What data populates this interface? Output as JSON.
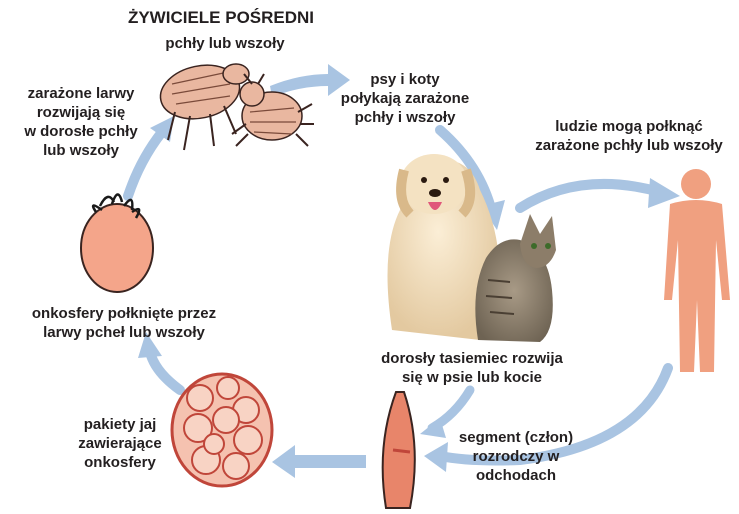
{
  "title": "ŻYWICIELE POŚREDNI",
  "steps": {
    "intermediate_hosts": "pchły lub wszoły",
    "pets_swallow": [
      "psy i koty",
      "połykają zarażone",
      "pchły i wszoły"
    ],
    "humans_swallow": [
      "ludzie mogą połknąć",
      "zarażone pchły lub wszoły"
    ],
    "adult_tapeworm": [
      "dorosły tasiemiec rozwija",
      "się w psie lub kocie"
    ],
    "segment_feces": [
      "segment (człon)",
      "rozrodczy w",
      "odchodach"
    ],
    "egg_packets": [
      "pakiety jaj",
      "zawierające",
      "onkosfery"
    ],
    "oncospheres_swallowed": [
      "onkosfery połknięte przez",
      "larwy pcheł lub wszoły"
    ],
    "larvae_develop": [
      "zarażone larwy",
      "rozwijają się",
      "w dorosłe pchły",
      "lub wszoły"
    ]
  },
  "colors": {
    "arrow": "#a9c4e2",
    "human": "#f0a080",
    "tapeworm": "#e8856a",
    "egg_fill": "#f5c2b0",
    "egg_stroke": "#c0463a",
    "larva": "#f4a58a",
    "insect": "#e9b7a0",
    "outline": "#3a2420"
  }
}
